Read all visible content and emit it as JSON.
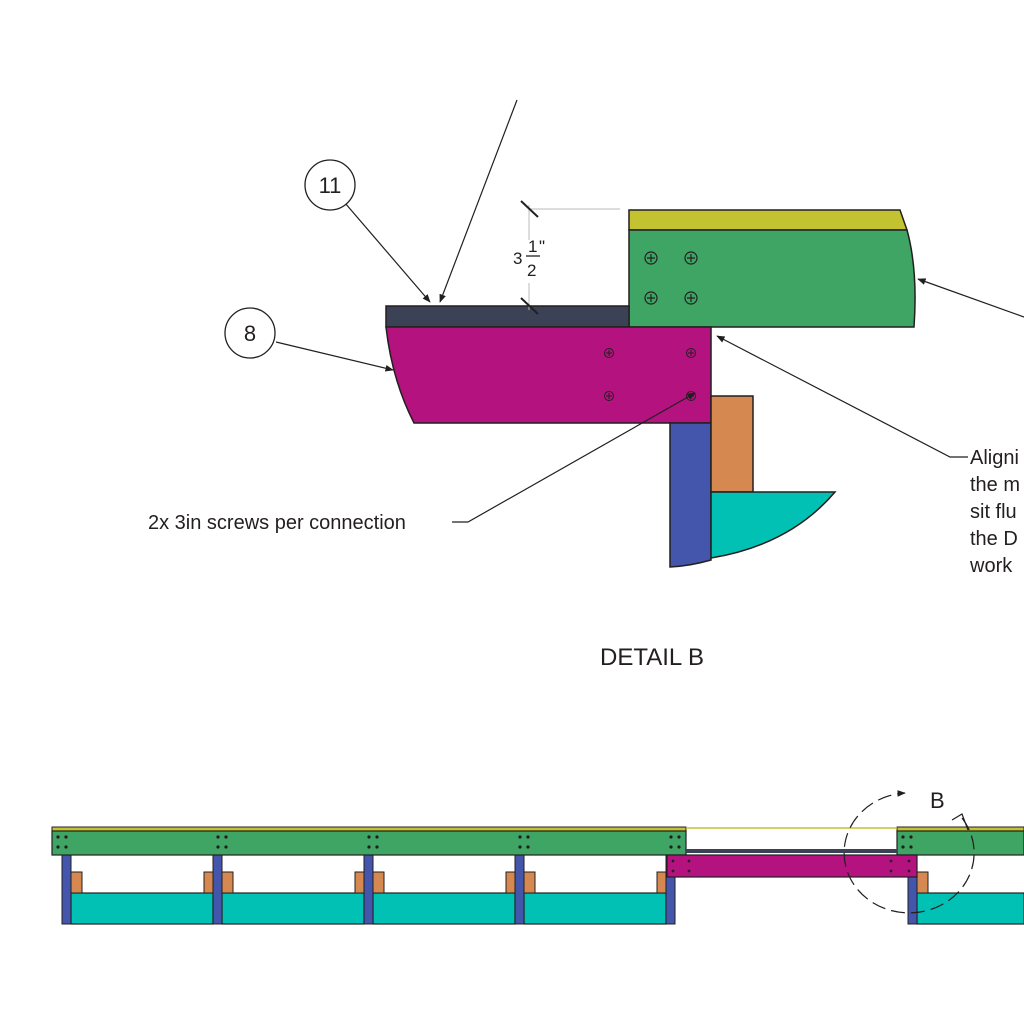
{
  "detail": {
    "bubble_11": "11",
    "bubble_8": "8",
    "dim_whole": "3",
    "dim_num": "1",
    "dim_den": "2",
    "dim_unit": "\"",
    "screws_note": "2x 3in screws per connection",
    "align_note": [
      "Aligni",
      "the m",
      "sit flu",
      "the D",
      "work"
    ],
    "title": "DETAIL B"
  },
  "elevation": {
    "callout": "B"
  },
  "colors": {
    "top_board": "#c3c230",
    "green_beam": "#3fa564",
    "magenta_beam": "#b3127f",
    "dark_board": "#3b4255",
    "blue_post": "#4356ab",
    "orange_block": "#d5884f",
    "teal_panel": "#00c1b3"
  }
}
